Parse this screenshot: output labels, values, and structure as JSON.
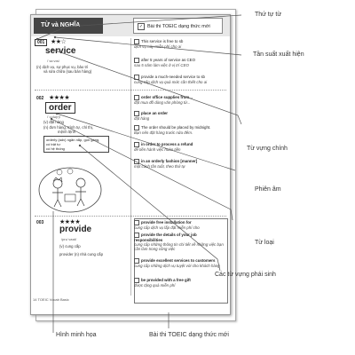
{
  "page": {
    "header_tab": "TỪ và NGHĨA",
    "toeic_tab": "Bài thi TOEIC dạng thức mới",
    "footer": "14   TOEIC Vocab Basic"
  },
  "entries": [
    {
      "num": "001",
      "stars": "★★☆",
      "word": "service",
      "pron": "/ˈsɜːvɪs/",
      "pos_meaning": "(n) dịch vụ, sự phục vụ, bảo trì",
      "extra": "và sửa chữa (sau bán hàng)",
      "examples": [
        {
          "en": "This service is free to sb",
          "vi": "dịch vụ này miễn phí cho ai"
        },
        {
          "en": "after 5 years of service as CEO",
          "vi": "sau 5 năm làm việc ở vị trí CEO"
        },
        {
          "en": "provide a much-needed service to sb",
          "vi": "cung cấp dịch vụ quá mức cần thiết cho ai"
        }
      ]
    },
    {
      "num": "002",
      "stars": "★★★★",
      "word": "order",
      "pron": "/ˈɔːdə(r)/",
      "pos_meaning": "(v) đặt hàng",
      "meanings": [
        "(n) đơn hàng, trình tự, chỉ thị,",
        "mệnh lệnh"
      ],
      "derived_1": "orderly (adv) ngăn nắp, gọn gàng,",
      "derived_2": "có trật tự",
      "derived_3": "có hệ thống",
      "examples": [
        {
          "en": "order office supplies from...",
          "vi": "đặt mua đồ dùng văn phòng từ..."
        },
        {
          "en": "place an order",
          "vi": "đặt hàng"
        },
        {
          "en": "The order should be placed by midnight.",
          "vi": "Bạn nên đặt hàng trước nửa đêm."
        },
        {
          "en": "in order to process a refund",
          "vi": "để tiến hành việc hoàn tiền"
        },
        {
          "en": "in an orderly fashion [manner]",
          "vi": "một cách tần tuốt, theo thứ tự"
        }
      ]
    },
    {
      "num": "003",
      "stars": "★★★★",
      "word": "provide",
      "pron": "/prəˈvaɪd/",
      "pos_meaning": "(v) cung cấp",
      "derived": "provider (n) nhà cung cấp",
      "examples": [
        {
          "en": "provide free installation for",
          "vi": "cung cấp dịch vụ lắp đặt miễn phí cho"
        },
        {
          "en": "provide the details of your job responsibilities",
          "vi": "cung cấp những thông tin chi tiết về những việc bạn cần làm trong công việc"
        },
        {
          "en": "provide excellent services to customers",
          "vi": "cung cấp những dịch vụ tuyệt vời cho khách hàng"
        },
        {
          "en": "be provided with a free gift",
          "vi": "được tặng quà miễn phí"
        }
      ]
    }
  ],
  "callouts": {
    "thu_tu_tu": "Thứ tự từ",
    "tan_suat": "Tần suất xuất hiện",
    "tu_vung_chinh": "Từ vựng chính",
    "phien_am": "Phiên âm",
    "tu_loai": "Từ loại",
    "tu_vung_phai_sinh": "Các từ vựng phái sinh",
    "hinh_minh_hoa": "Hình minh họa",
    "bai_thi_toeic": "Bài thi TOEIC dạng thức mới"
  }
}
